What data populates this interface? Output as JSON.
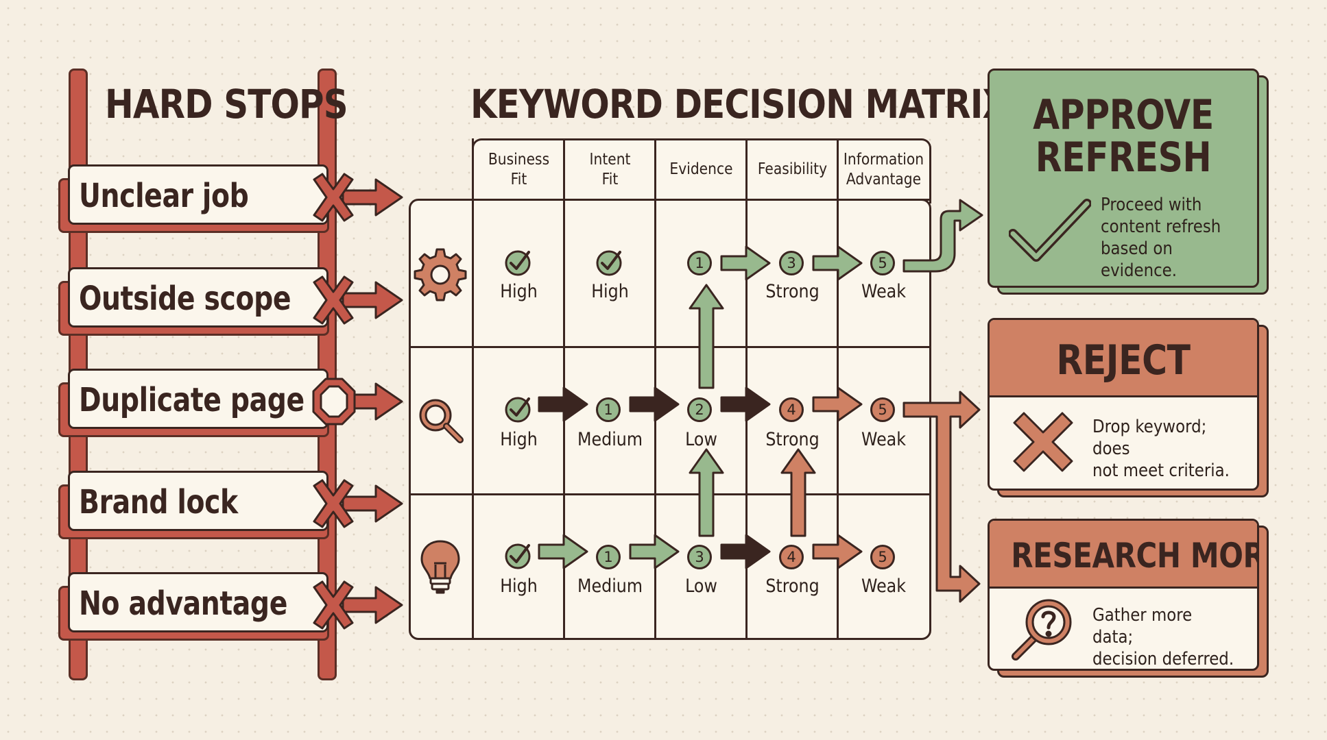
{
  "hard_stops": {
    "title": "HARD STOPS",
    "items": [
      "Unclear job",
      "Outside scope",
      "Duplicate page",
      "Brand lock",
      "No advantage"
    ]
  },
  "matrix": {
    "title": "KEYWORD DECISION MATRIX",
    "columns": [
      "Business\nFit",
      "Intent\nFit",
      "Evidence",
      "Feasibility",
      "Information\nAdvantage"
    ],
    "row_icons": [
      "gear-icon",
      "magnifier-icon",
      "lightbulb-icon"
    ],
    "rows": [
      {
        "business_fit": "High",
        "intent_fit": "High",
        "evidence": {
          "step": "1",
          "label": ""
        },
        "feasibility": {
          "step": "3",
          "label": "Strong"
        },
        "advantage": {
          "step": "5",
          "label": "Weak"
        }
      },
      {
        "business_fit": "High",
        "intent_fit": {
          "step": "1",
          "label": "Medium"
        },
        "evidence": {
          "step": "2",
          "label": "Low"
        },
        "feasibility": {
          "step": "4",
          "label": "Strong"
        },
        "advantage": {
          "step": "5",
          "label": "Weak"
        }
      },
      {
        "business_fit": "High",
        "intent_fit": {
          "step": "1",
          "label": "Medium"
        },
        "evidence": {
          "step": "3",
          "label": "Low"
        },
        "feasibility": {
          "step": "4",
          "label": "Strong"
        },
        "advantage": {
          "step": "5",
          "label": "Weak"
        }
      }
    ]
  },
  "outcomes": {
    "approve": {
      "title_line1": "APPROVE",
      "title_line2": "REFRESH",
      "desc": "Proceed with\ncontent refresh\nbased on evidence."
    },
    "reject": {
      "title": "REJECT",
      "desc": "Drop keyword; does\nnot meet criteria."
    },
    "research": {
      "title": "RESEARCH MORE",
      "desc": "Gather more data;\ndecision deferred."
    }
  },
  "colors": {
    "green": "#98b98e",
    "rust": "#cf8164",
    "red": "#c4584a",
    "ink": "#3a2520",
    "paper": "#fbf6ec"
  }
}
